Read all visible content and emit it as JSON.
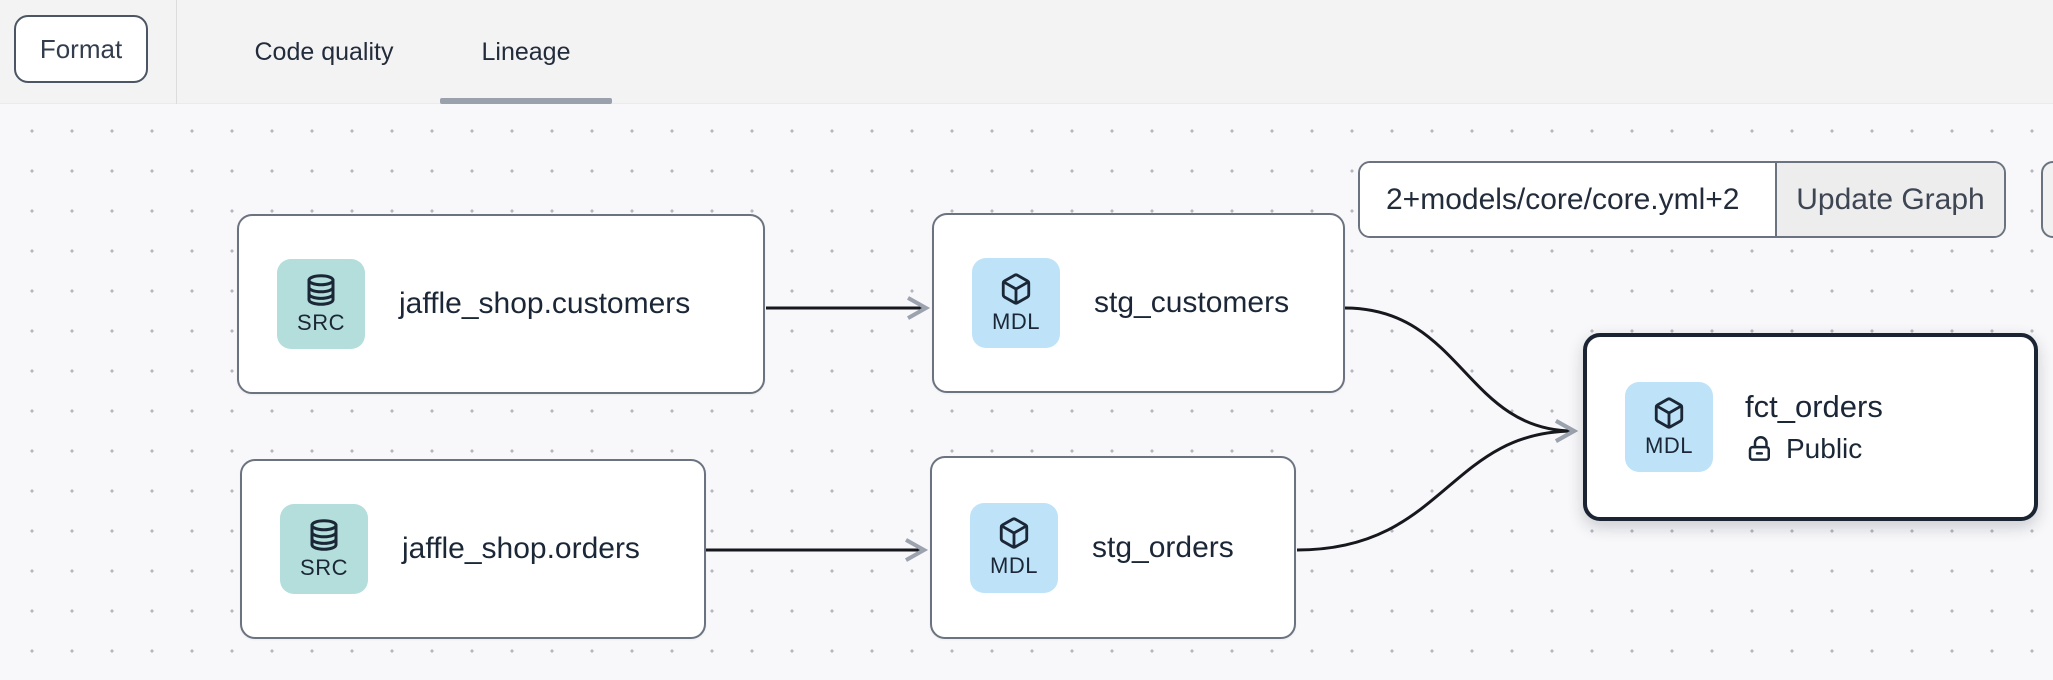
{
  "toolbar": {
    "format_label": "Format",
    "tabs": [
      {
        "label": "Code quality",
        "active": false
      },
      {
        "label": "Lineage",
        "active": true
      }
    ]
  },
  "graph_controls": {
    "selector_value": "2+models/core/core.yml+2",
    "update_button_label": "Update Graph"
  },
  "nodes": [
    {
      "id": "jaffle_shop.customers",
      "label": "jaffle_shop.customers",
      "badge": "SRC",
      "type": "source"
    },
    {
      "id": "stg_customers",
      "label": "stg_customers",
      "badge": "MDL",
      "type": "model"
    },
    {
      "id": "jaffle_shop.orders",
      "label": "jaffle_shop.orders",
      "badge": "SRC",
      "type": "source"
    },
    {
      "id": "stg_orders",
      "label": "stg_orders",
      "badge": "MDL",
      "type": "model"
    },
    {
      "id": "fct_orders",
      "label": "fct_orders",
      "badge": "MDL",
      "type": "model",
      "access": "Public",
      "selected": true
    }
  ],
  "edges": [
    {
      "from": "jaffle_shop.customers",
      "to": "stg_customers"
    },
    {
      "from": "jaffle_shop.orders",
      "to": "stg_orders"
    },
    {
      "from": "stg_customers",
      "to": "fct_orders"
    },
    {
      "from": "stg_orders",
      "to": "fct_orders"
    }
  ],
  "colors": {
    "src_badge_bg": "#b3dedb",
    "mdl_badge_bg": "#bee3f8",
    "node_border": "#6b7280",
    "selected_node_border": "#1a2433",
    "edge": "#16181d",
    "arrowhead": "#9ca3af",
    "text": "#1b2736",
    "tab_underline": "#9aa1ac",
    "topbar_bg": "#f4f3f4",
    "canvas_bg": "#f8f8fa"
  }
}
